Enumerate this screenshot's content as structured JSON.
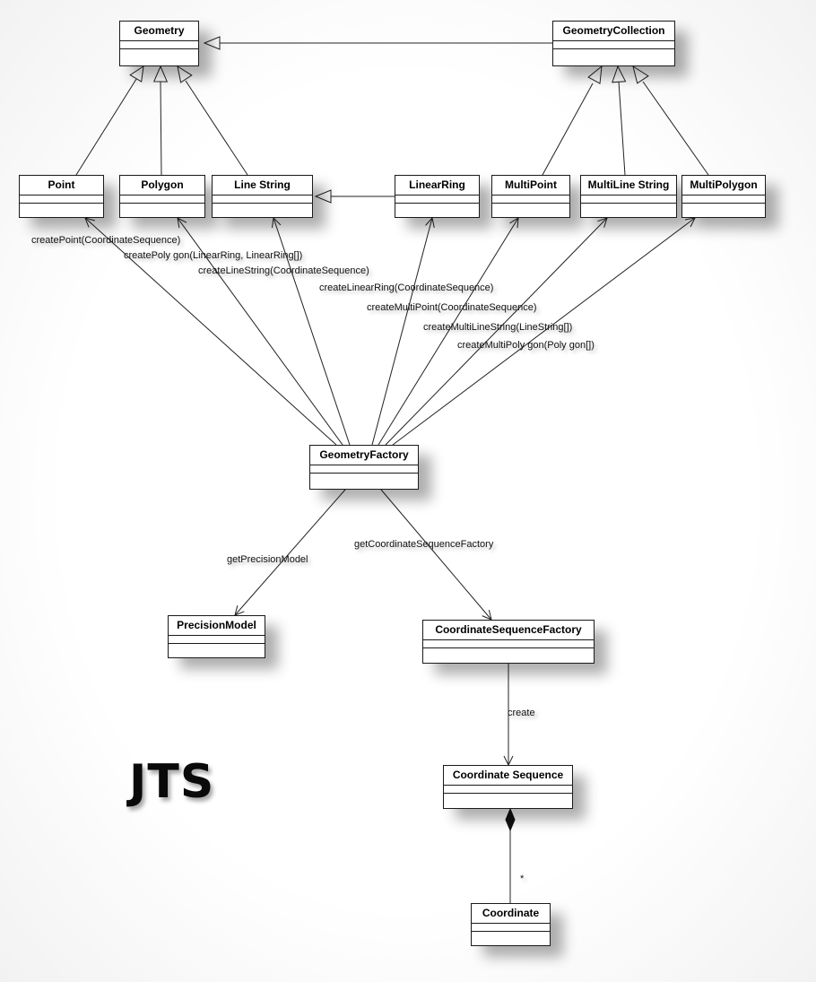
{
  "diagram": {
    "logo": "JTS",
    "classes": {
      "geometry": "Geometry",
      "geometry_collection": "GeometryCollection",
      "point": "Point",
      "polygon": "Polygon",
      "line_string": "Line String",
      "linear_ring": "LinearRing",
      "multi_point": "MultiPoint",
      "multi_line_string": "MultiLine String",
      "multi_polygon": "MultiPolygon",
      "geometry_factory": "GeometryFactory",
      "precision_model": "PrecisionModel",
      "coordinate_sequence_factory": "CoordinateSequenceFactory",
      "coordinate_sequence": "Coordinate Sequence",
      "coordinate": "Coordinate"
    },
    "labels": {
      "create_point": "createPoint(CoordinateSequence)",
      "create_polygon": "createPoly gon(LinearRing, LinearRing[])",
      "create_line_string": "createLineString(CoordinateSequence)",
      "create_linear_ring": "createLinearRing(CoordinateSequence)",
      "create_multi_point": "createMultiPoint(CoordinateSequence)",
      "create_multi_line_string": "createMultiLineString(LineString[])",
      "create_multi_polygon": "createMultiPoly gon(Poly gon[])",
      "get_precision_model": "getPrecisionModel",
      "get_coordinate_sequence_factory": "getCoordinateSequenceFactory",
      "create": "create",
      "multiplicity": "*"
    }
  }
}
